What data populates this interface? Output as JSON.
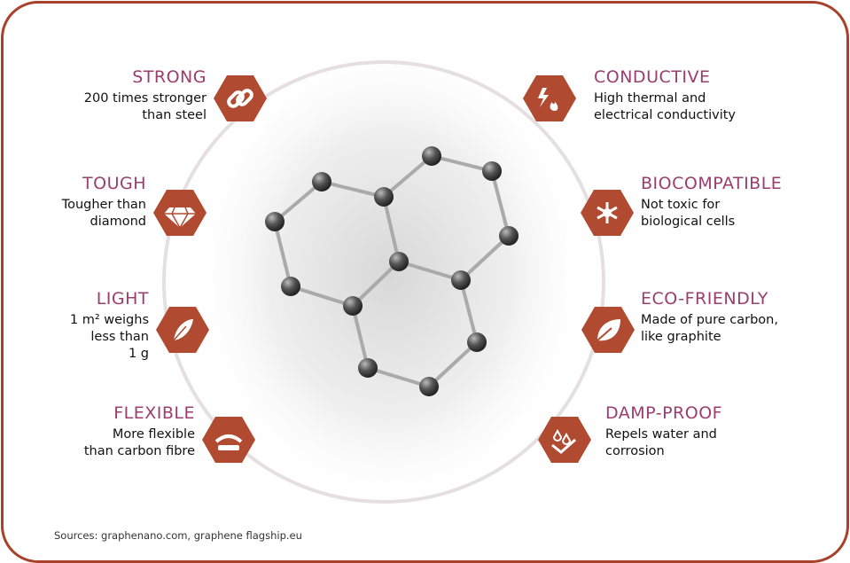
{
  "features_left": [
    {
      "title": "STRONG",
      "desc": [
        "200 times stronger",
        "than steel"
      ],
      "icon": "chain-link-icon"
    },
    {
      "title": "TOUGH",
      "desc": [
        "Tougher than",
        "diamond"
      ],
      "icon": "diamond-icon"
    },
    {
      "title": "LIGHT",
      "desc": [
        "1 m² weighs",
        "less than",
        "1 g"
      ],
      "icon": "feather-icon"
    },
    {
      "title": "FLEXIBLE",
      "desc": [
        "More flexible",
        "than carbon fibre"
      ],
      "icon": "flex-bend-icon"
    }
  ],
  "features_right": [
    {
      "title": "CONDUCTIVE",
      "desc": [
        "High thermal and",
        "electrical conductivity"
      ],
      "icon": "lightning-flame-icon"
    },
    {
      "title": "BIOCOMPATIBLE",
      "desc": [
        "Not toxic for",
        "biological cells"
      ],
      "icon": "cell-icon"
    },
    {
      "title": "ECO-FRIENDLY",
      "desc": [
        "Made of pure carbon,",
        "like graphite"
      ],
      "icon": "leaf-icon"
    },
    {
      "title": "DAMP-PROOF",
      "desc": [
        "Repels water and",
        "corrosion"
      ],
      "icon": "water-drops-icon"
    }
  ],
  "sources": "Sources: graphenano.com, graphene flagship.eu",
  "colors": {
    "accent": "#b04a30",
    "title": "#9b3d6e",
    "border": "#a8412a"
  }
}
